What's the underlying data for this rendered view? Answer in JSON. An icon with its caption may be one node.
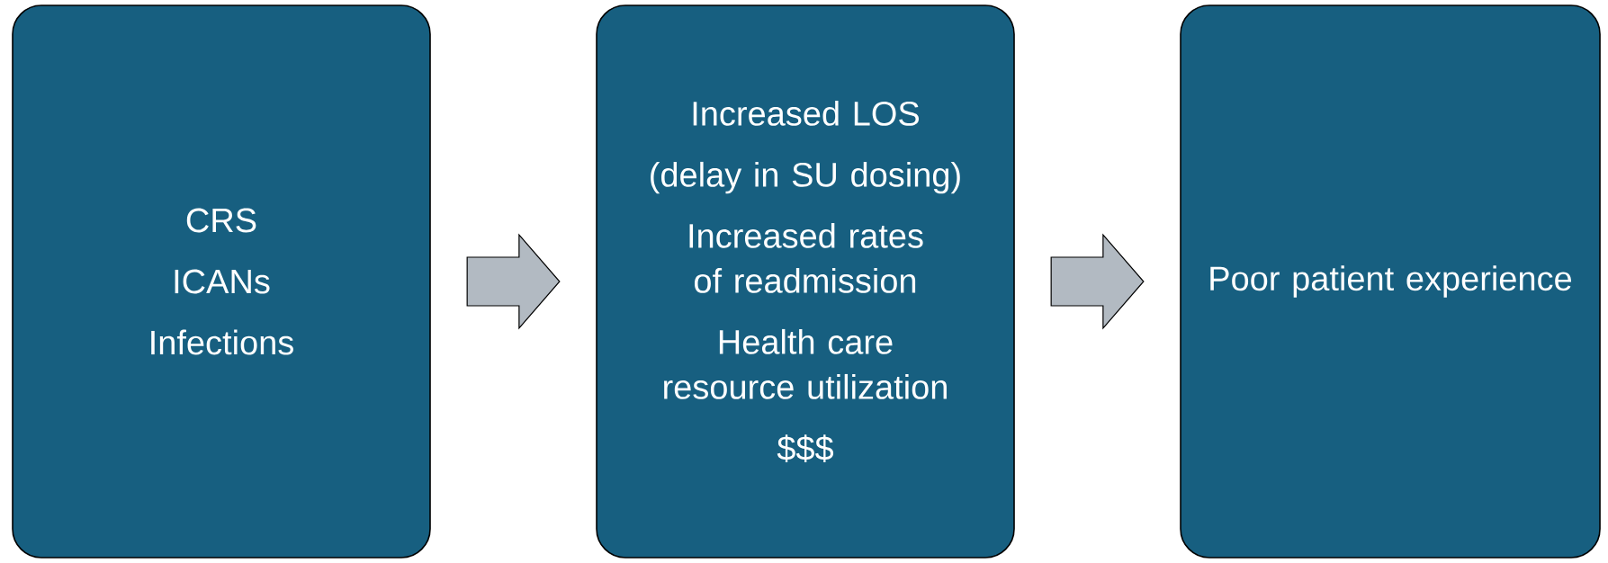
{
  "diagram": {
    "nodes": [
      {
        "text": [
          "CRS",
          "ICANs",
          "Infections"
        ]
      },
      {
        "text": [
          "Increased LOS",
          "(delay in SU dosing)",
          "Increased rates of readmission",
          "Health care resource utilization",
          "$$$"
        ]
      },
      {
        "text": [
          "Poor patient experience"
        ]
      }
    ],
    "edges": [
      {
        "from": 0,
        "to": 1,
        "arrow": "to"
      },
      {
        "from": 1,
        "to": 2,
        "arrow": "to"
      }
    ]
  }
}
